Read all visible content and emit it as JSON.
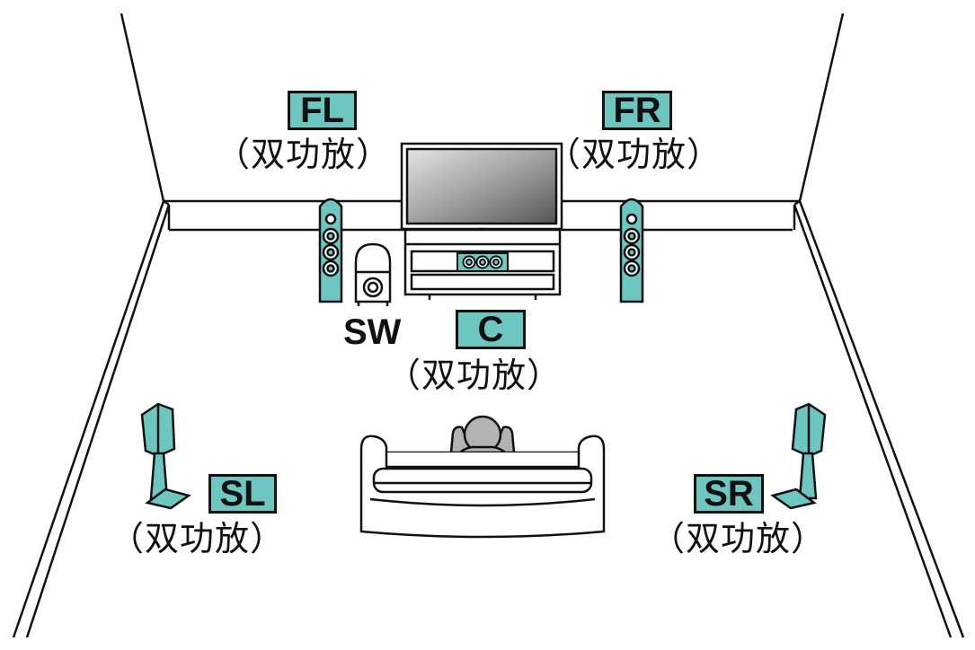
{
  "colors": {
    "speaker_fill": "#6ec6c1",
    "label_fill": "#6ec6c1",
    "line": "#111111"
  },
  "speakers": {
    "fl": {
      "label": "FL",
      "note": "（双功放）"
    },
    "fr": {
      "label": "FR",
      "note": "（双功放）"
    },
    "c": {
      "label": "C",
      "note": "（双功放）"
    },
    "sw": {
      "label": "SW"
    },
    "sl": {
      "label": "SL",
      "note": "（双功放）"
    },
    "sr": {
      "label": "SR",
      "note": "（双功放）"
    }
  }
}
